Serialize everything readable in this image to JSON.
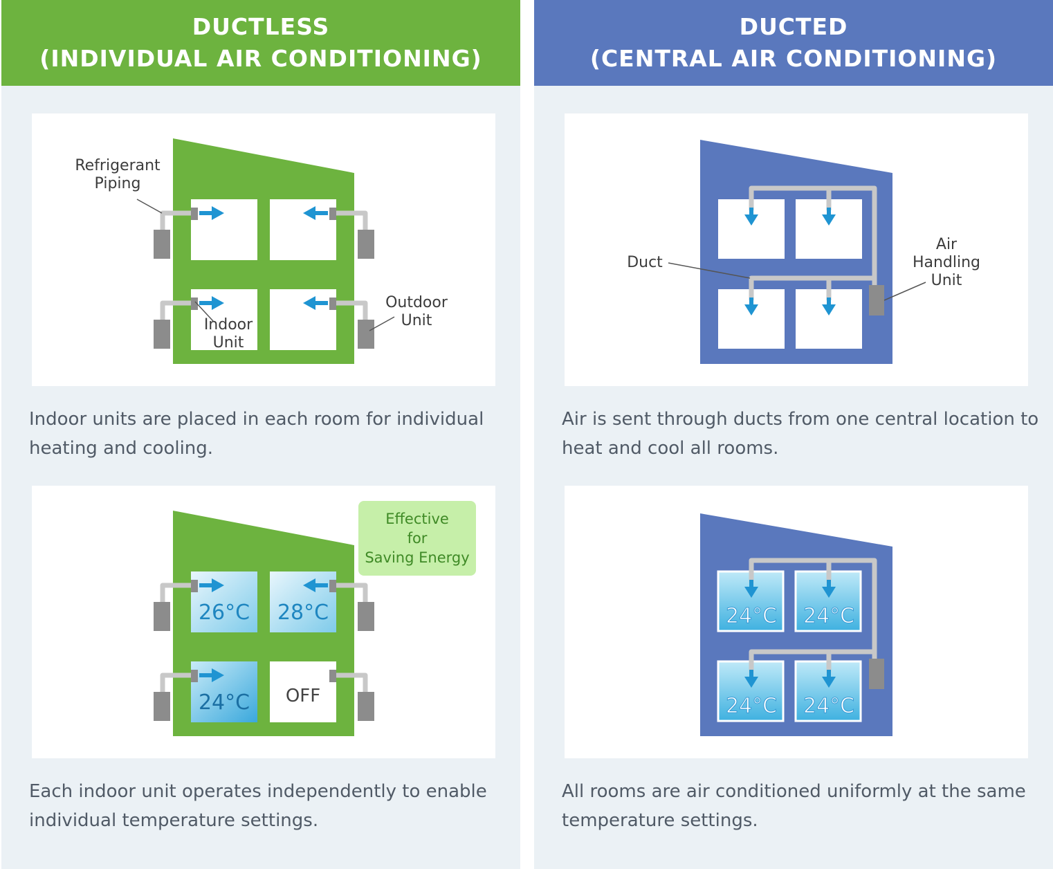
{
  "colors": {
    "ductless_green": "#6db33f",
    "ducted_blue": "#5a78bd",
    "arrow_blue": "#1f94d2",
    "unit_gray": "#8c8c8c",
    "pipe_gray": "#c8c8c8",
    "badge_green": "#c6efa9",
    "panel_bg": "#ebf1f5"
  },
  "ductless": {
    "title_line1": "DUCTLESS",
    "title_line2": "(INDIVIDUAL AIR CONDITIONING)",
    "diagram1": {
      "refrigerant_label_line1": "Refrigerant",
      "refrigerant_label_line2": "Piping",
      "indoor_label_line1": "Indoor",
      "indoor_label_line2": "Unit",
      "outdoor_label_line1": "Outdoor",
      "outdoor_label_line2": "Unit"
    },
    "caption1": "Indoor units are placed in each room for individual heating and cooling.",
    "diagram2": {
      "badge_line1": "Effective",
      "badge_line2": "for",
      "badge_line3": "Saving Energy",
      "room_temps": [
        "26°C",
        "28°C",
        "24°C",
        "OFF"
      ]
    },
    "caption2": "Each indoor unit operates independently to enable individual temperature settings."
  },
  "ducted": {
    "title_line1": "DUCTED",
    "title_line2": "(CENTRAL AIR CONDITIONING)",
    "diagram1": {
      "duct_label": "Duct",
      "ahu_label_line1": "Air",
      "ahu_label_line2": "Handling",
      "ahu_label_line3": "Unit"
    },
    "caption1": "Air is sent through ducts from one central location to heat and cool all rooms.",
    "diagram2": {
      "room_temps": [
        "24°C",
        "24°C",
        "24°C",
        "24°C"
      ]
    },
    "caption2": "All rooms are air conditioned uniformly at the same temperature settings."
  }
}
